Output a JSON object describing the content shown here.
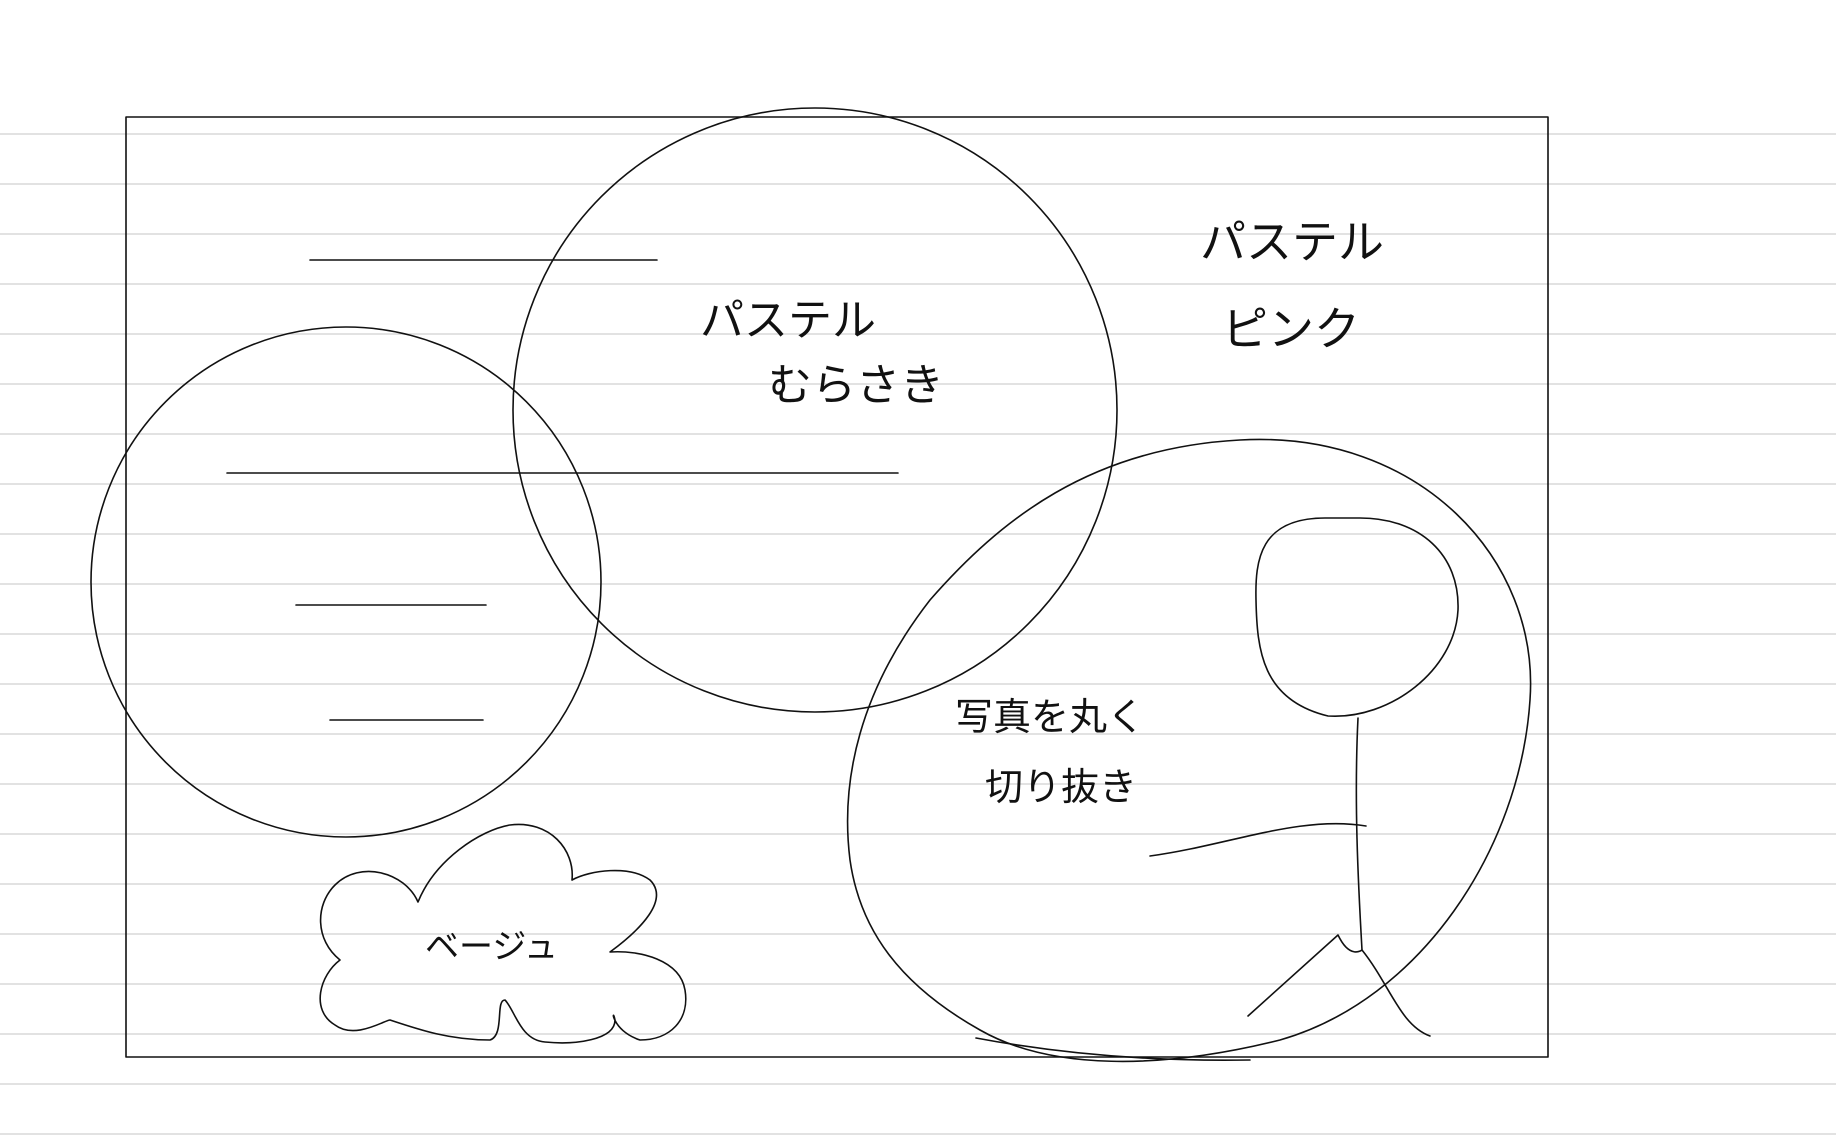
{
  "notebook": {
    "rule_color": "#d9d9d9",
    "ink_color": "#111111",
    "paper_color": "#ffffff"
  },
  "sketch": {
    "labels": {
      "purple_line1": "パステル",
      "purple_line2": "むらさき",
      "pink_line1": "パステル",
      "pink_line2": "ピンク",
      "photo_line1": "写真を丸く",
      "photo_line2": "切り抜き",
      "beige": "ベージュ"
    }
  }
}
